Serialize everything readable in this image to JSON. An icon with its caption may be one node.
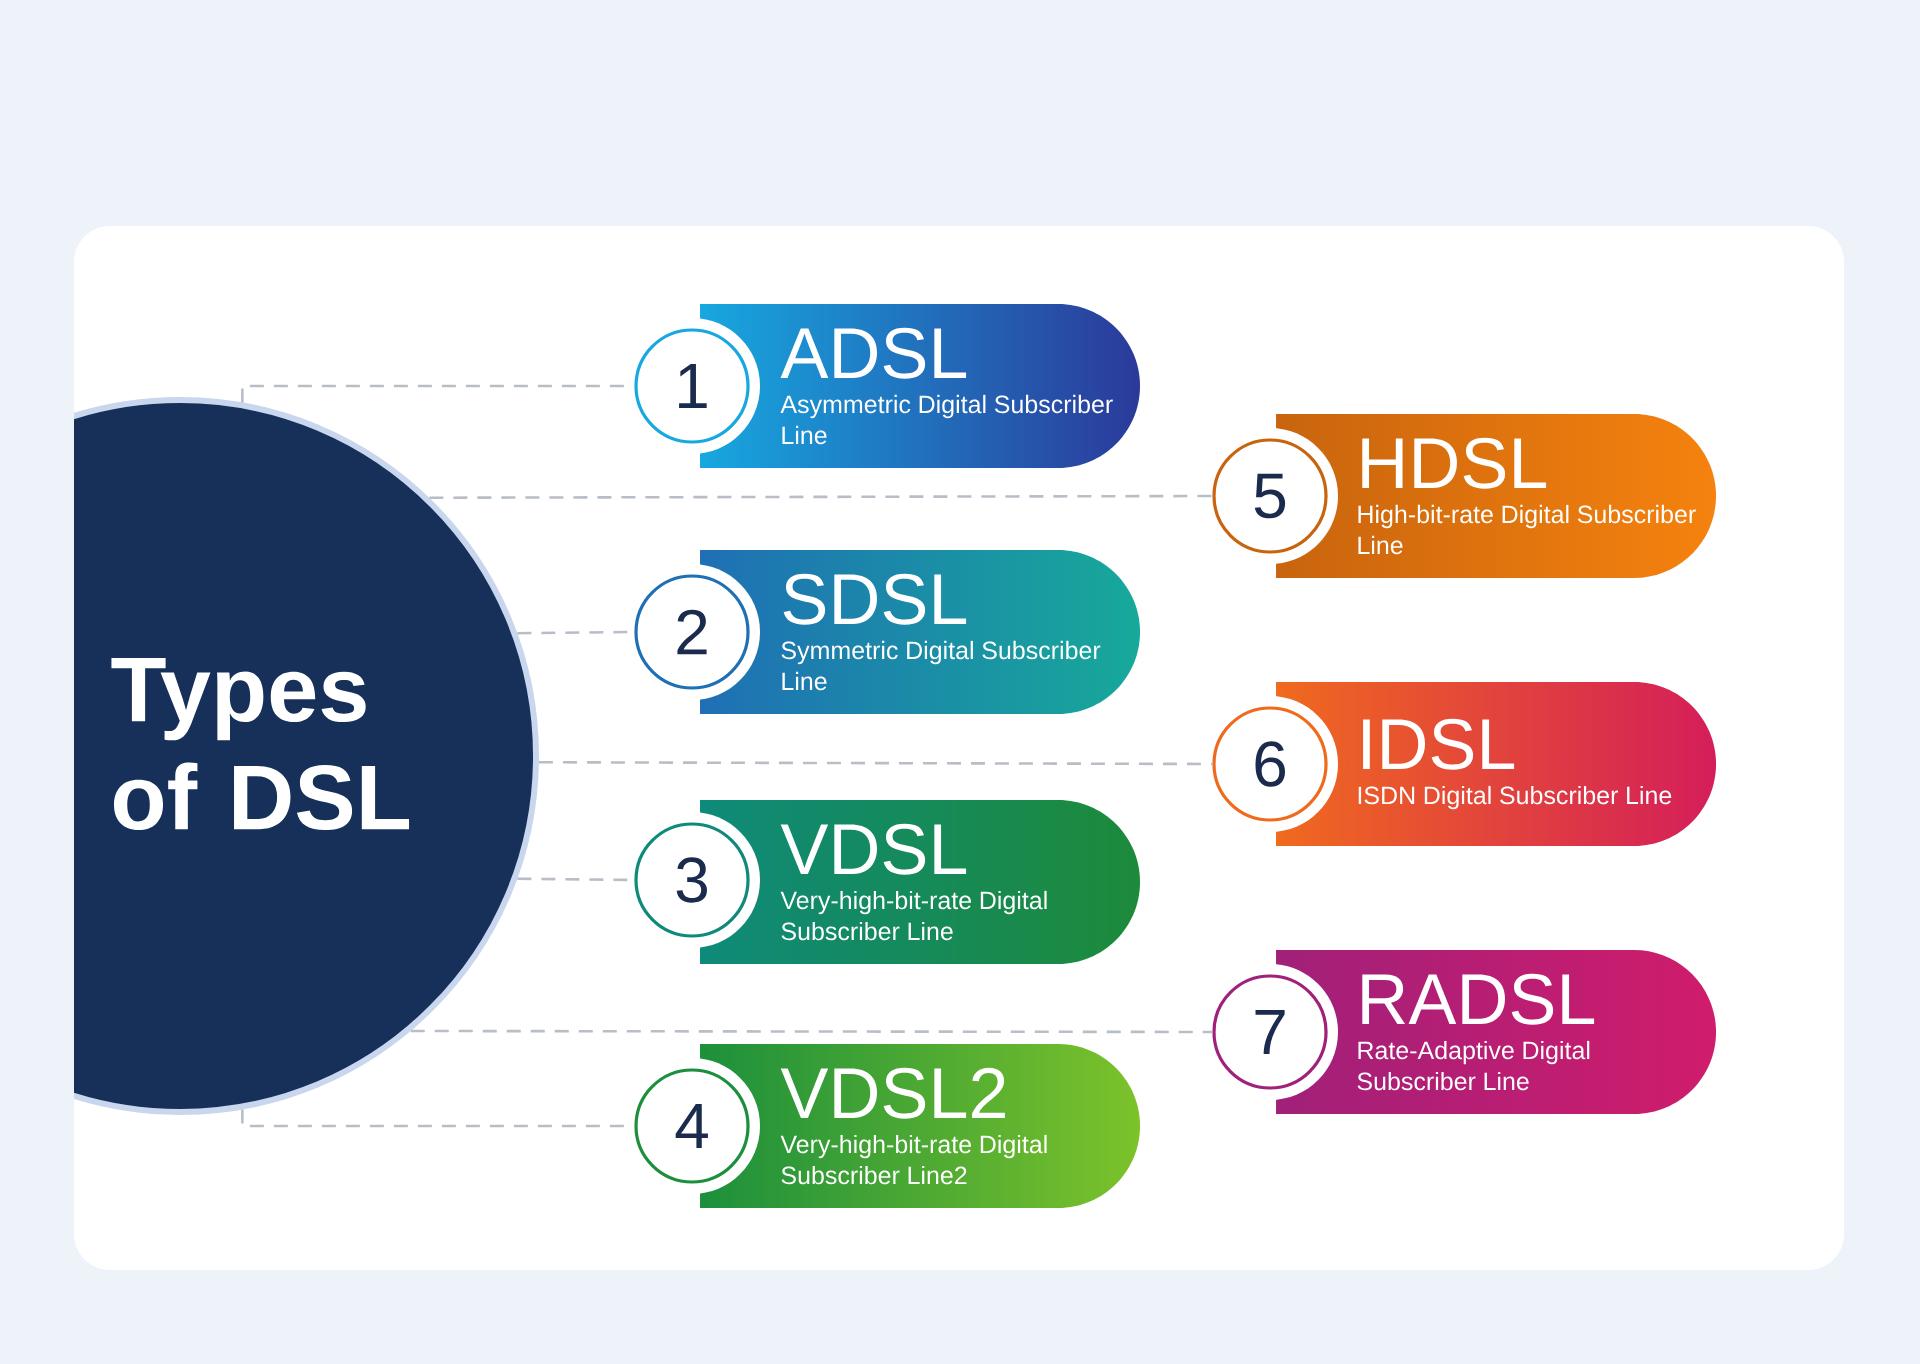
{
  "diagram": {
    "nodes": [
      {
        "text": [
          "Types of DSL"
        ]
      },
      {
        "text": [
          "1"
        ]
      },
      {
        "text": [
          "ADSL",
          "Asymmetric Digital Subscriber Line"
        ]
      },
      {
        "text": [
          "2"
        ]
      },
      {
        "text": [
          "SDSL",
          "Symmetric Digital Subscriber Line"
        ]
      },
      {
        "text": [
          "3"
        ]
      },
      {
        "text": [
          "VDSL",
          "Very-high-bit-rate Digital Subscriber Line"
        ]
      },
      {
        "text": [
          "4"
        ]
      },
      {
        "text": [
          "VDSL2",
          "Very-high-bit-rate Digital Subscriber Line2"
        ]
      },
      {
        "text": [
          "5"
        ]
      },
      {
        "text": [
          "HDSL",
          "High-bit-rate Digital Subscriber Line"
        ]
      },
      {
        "text": [
          "6"
        ]
      },
      {
        "text": [
          "IDSL",
          "ISDN Digital Subscriber Line"
        ]
      },
      {
        "text": [
          "7"
        ]
      },
      {
        "text": [
          "RADSL",
          "Rate-Adaptive Digital Subscriber Line"
        ]
      }
    ],
    "edges": [
      {
        "from": 0,
        "to": 1,
        "arrow": "none",
        "style": "dashed"
      },
      {
        "from": 0,
        "to": 3,
        "arrow": "none",
        "style": "dashed"
      },
      {
        "from": 0,
        "to": 5,
        "arrow": "none",
        "style": "dashed"
      },
      {
        "from": 0,
        "to": 7,
        "arrow": "none",
        "style": "dashed"
      },
      {
        "from": 0,
        "to": 9,
        "arrow": "none",
        "style": "dashed"
      },
      {
        "from": 0,
        "to": 11,
        "arrow": "none",
        "style": "dashed"
      },
      {
        "from": 0,
        "to": 13,
        "arrow": "none",
        "style": "dashed"
      }
    ]
  }
}
